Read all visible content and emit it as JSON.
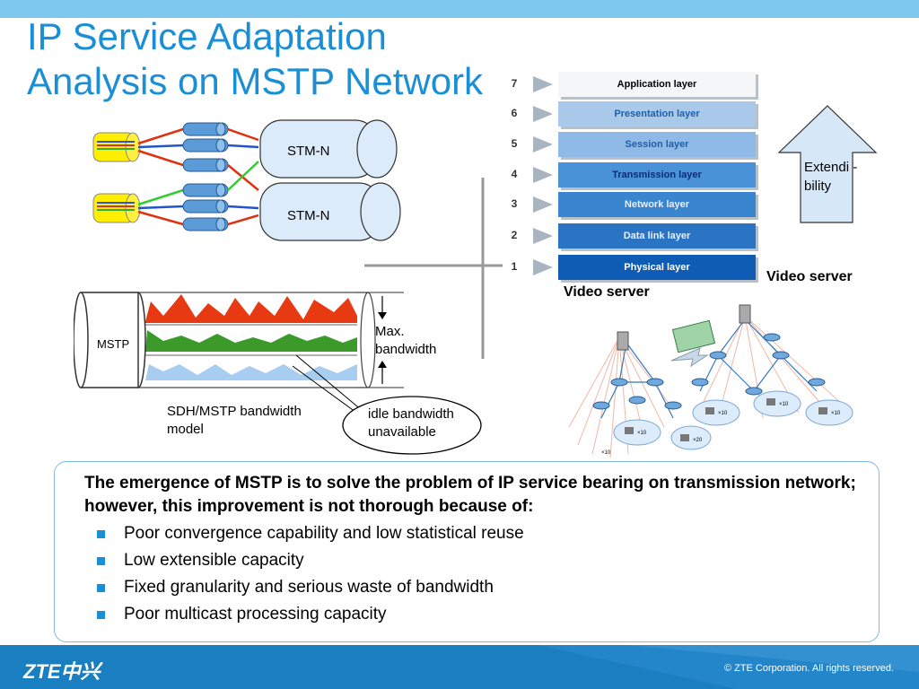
{
  "title": "IP Service Adaptation Analysis on MSTP Network",
  "stm": {
    "top_label": "STM-N",
    "bottom_label": "STM-N"
  },
  "osi": {
    "layers": [
      {
        "num": "7",
        "label": "Application layer",
        "bg": "#f4f6f8",
        "fg": "#000000"
      },
      {
        "num": "6",
        "label": "Presentation layer",
        "bg": "#a9c9ea",
        "fg": "#1f5fa8"
      },
      {
        "num": "5",
        "label": "Session layer",
        "bg": "#8fb9e6",
        "fg": "#1f5fa8"
      },
      {
        "num": "4",
        "label": "Transmission layer",
        "bg": "#4a92d8",
        "fg": "#0c2a78"
      },
      {
        "num": "3",
        "label": "Network layer",
        "bg": "#3a85d0",
        "fg": "#e8f0ff"
      },
      {
        "num": "2",
        "label": "Data link layer",
        "bg": "#2b74c4",
        "fg": "#e8f0ff"
      },
      {
        "num": "1",
        "label": "Physical layer",
        "bg": "#0f5cb4",
        "fg": "#ffffff"
      }
    ],
    "extensibility_label": "Extendi -bility"
  },
  "video_server_right": "Video server",
  "video_server_left": "Video server",
  "mstp": {
    "pipe_label": "MSTP",
    "max_bandwidth": "Max. bandwidth",
    "model_label": "SDH/MSTP bandwidth model",
    "idle_label": "idle bandwidth unavailable"
  },
  "network_labels": [
    "×10",
    "×10",
    "×10",
    "×10",
    "×10",
    "×20"
  ],
  "intro": "The emergence of MSTP is to solve the problem of IP service bearing on transmission network; however, this improvement is not thorough because of:",
  "bullets": [
    "Poor convergence capability and low statistical reuse",
    "Low extensible capacity",
    "Fixed granularity and serious waste of bandwidth",
    "Poor multicast processing capacity"
  ],
  "footer": {
    "logo": "ZTE中兴",
    "copyright": "© ZTE Corporation. All rights reserved."
  },
  "colors": {
    "accent": "#1a8fd6",
    "footer": "#1a7fc0",
    "topbar": "#7ec8ee"
  }
}
